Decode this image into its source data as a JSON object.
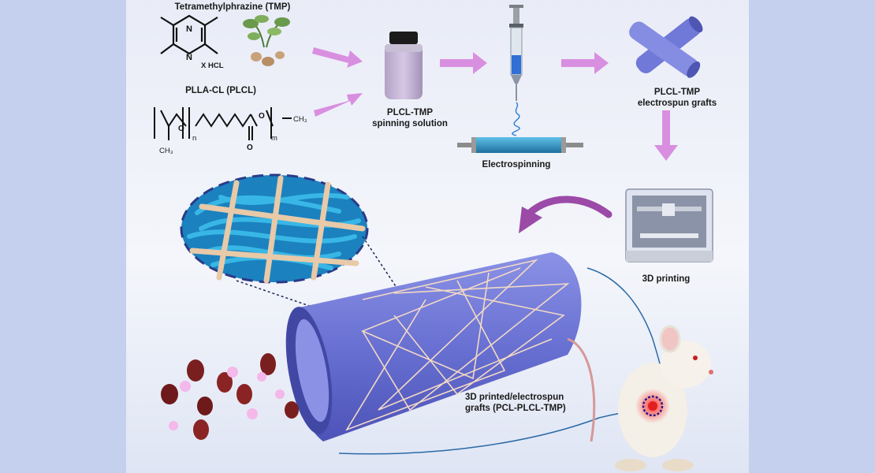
{
  "labels": {
    "tmp": "Tetramethylphrazine (TMP)",
    "plcl": "PLLA-CL (PLCL)",
    "solution_line1": "PLCL-TMP",
    "solution_line2": "spinning solution",
    "electrospinning": "Electrospinning",
    "grafts_line1": "PLCL-TMP",
    "grafts_line2": "electrospun grafts",
    "printing": "3D printing",
    "final_line1": "3D printed/electrospun",
    "final_line2": "grafts (PCL-PLCL-TMP)"
  },
  "chem": {
    "hcl": "X HCL",
    "ch3_right": "CH₃",
    "ch3_bottom": "CH₃",
    "sub_n": "n",
    "sub_m": "m",
    "o1": "O",
    "o2": "O",
    "o3": "O"
  },
  "colors": {
    "page_bg": "#c4d0ee",
    "arrow": "#d98fe0",
    "tube": "#6a72d4",
    "fiber": "#2aa8d8",
    "strut": "#e8c9a8"
  }
}
